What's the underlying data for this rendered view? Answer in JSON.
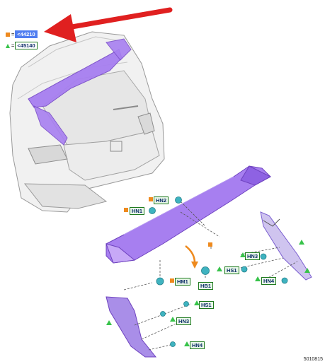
{
  "legend": [
    {
      "symbol": "orange-square",
      "text": "<44210",
      "selected": true
    },
    {
      "symbol": "green-triangle",
      "text": "<45140",
      "selected": false
    }
  ],
  "callouts": {
    "hn2_top": "HN2",
    "hn1_top": "HN1",
    "hn3_right": "HN3",
    "hs1_right": "HS1",
    "hn4_right": "HN4",
    "hm1": "HM1",
    "hb1": "HB1",
    "hs1_bottom": "HS1",
    "hn3_bottom": "HN3",
    "hn4_bottom": "HN4"
  },
  "document_number": "5010815",
  "colors": {
    "spoiler_purple": "#a77ff0",
    "arrow_red": "#e02020",
    "fastener_teal": "#3fb3c0",
    "orange_marker": "#ee8a1e",
    "green_marker": "#37c34a"
  }
}
